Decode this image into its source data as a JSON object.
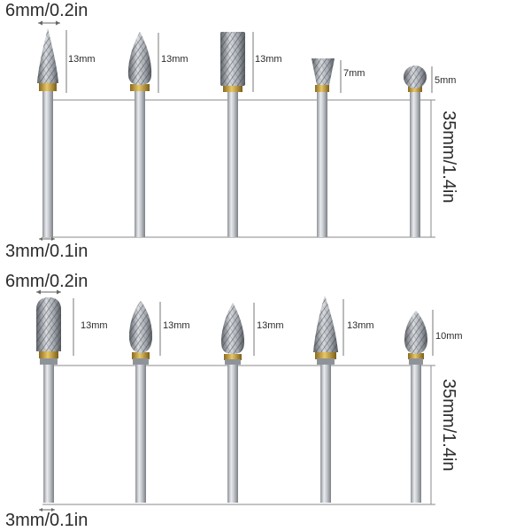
{
  "panels": [
    {
      "head_width": "6mm/0.2in",
      "shank_width": "3mm/0.1in",
      "shank_length": "35mm/1.4in",
      "bits": [
        {
          "shape": "tree-pointed",
          "length": "13mm"
        },
        {
          "shape": "flame",
          "length": "13mm"
        },
        {
          "shape": "cylinder",
          "length": "13mm"
        },
        {
          "shape": "inverted-cone",
          "length": "7mm"
        },
        {
          "shape": "ball",
          "length": "5mm"
        }
      ]
    },
    {
      "head_width": "6mm/0.2in",
      "shank_width": "3mm/0.1in",
      "shank_length": "35mm/1.4in",
      "bits": [
        {
          "shape": "cylinder-ball-nose",
          "length": "13mm"
        },
        {
          "shape": "oval",
          "length": "13mm"
        },
        {
          "shape": "tree-radius",
          "length": "13mm"
        },
        {
          "shape": "cone-pointed",
          "length": "13mm"
        },
        {
          "shape": "flame",
          "length": "10mm"
        }
      ]
    }
  ],
  "colors": {
    "steel": "#c9ccd0",
    "steel_dark": "#7d8288",
    "gold_band": "#c9a23a",
    "line": "#777777"
  }
}
